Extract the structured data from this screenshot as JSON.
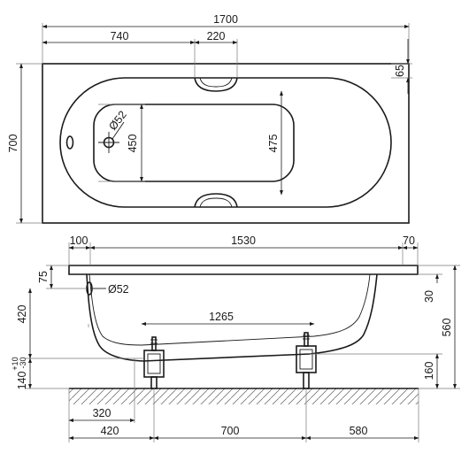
{
  "top_view": {
    "length": "1700",
    "width": "700",
    "drain_offset": "740",
    "handle_width": "220",
    "rim_depth": "65",
    "drain_dia": "Ø52",
    "inner_width_end": "450",
    "inner_width_mid": "475"
  },
  "side_view": {
    "rim_left": "100",
    "inner_top": "1530",
    "rim_right": "70",
    "rim_thickness": "75",
    "overflow_dia": "Ø52",
    "bottom_length": "1265",
    "overflow_height": "420",
    "rim_right_height": "30",
    "total_height": "560",
    "leg_height": "140",
    "leg_tol_plus": "+10",
    "leg_tol_minus": "-30",
    "leg_right": "160",
    "drain_pos": "320",
    "leg_pos_1": "420",
    "leg_spacing": "700",
    "leg_pos_2": "580"
  }
}
